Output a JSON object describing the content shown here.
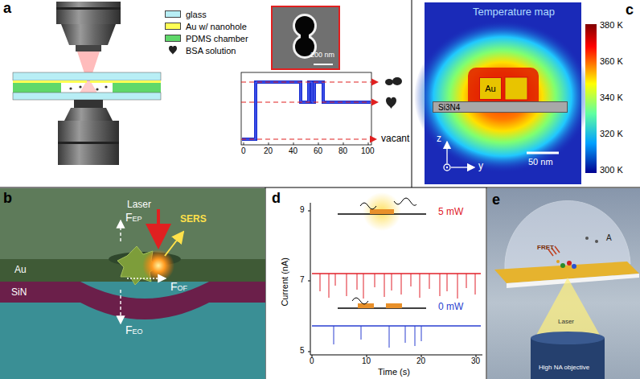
{
  "diagram": {
    "nodes": [
      {
        "text": [
          "Au"
        ]
      },
      {
        "text": [
          "Si3N4"
        ]
      }
    ],
    "labels": [
      "a",
      "200 nm",
      "0",
      "20",
      "40",
      "60",
      "80",
      "100",
      "vacant",
      "b",
      "Laser",
      "SERS",
      "FEP",
      "FOF",
      "FEO",
      "Au",
      "SiN",
      "c",
      "Temperature map",
      "380 K",
      "360 K",
      "340 K",
      "320 K",
      "300 K",
      "50 nm",
      "z",
      "y",
      "d",
      "9",
      "7",
      "5",
      "Current (nA)",
      "Time (s)",
      "0",
      "10",
      "20",
      "30",
      "5 mW",
      "0 mW",
      "e",
      "FRET",
      "A",
      "Laser",
      "High NA objective"
    ],
    "legend": [
      {
        "text": "glass",
        "color": "#b8eef5"
      },
      {
        "text": "Au w/ nanohole",
        "color": "#ffff55"
      },
      {
        "text": "PDMS chamber",
        "color": "#5fd86a"
      },
      {
        "text": "BSA solution"
      }
    ]
  }
}
